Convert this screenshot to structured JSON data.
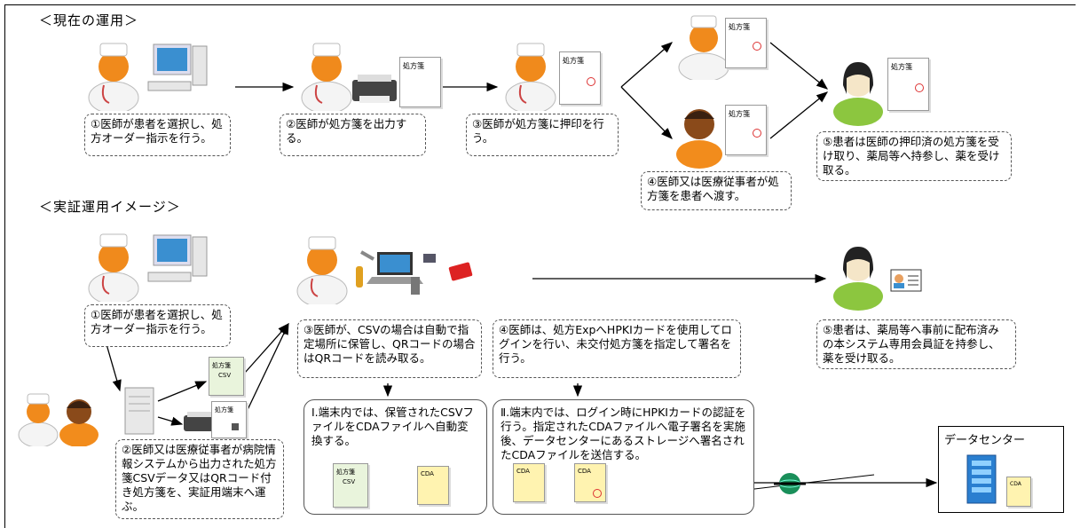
{
  "sections": {
    "current": "＜現在の運用＞",
    "demo": "＜実証運用イメージ＞"
  },
  "document_labels": {
    "prescription": "処方箋",
    "csv": "CSV",
    "cda": "CDA"
  },
  "current_steps": {
    "s1": "①医師が患者を選択し、処方オーダー指示を行う。",
    "s2": "②医師が処方箋を出力する。",
    "s3": "③医師が処方箋に押印を行う。",
    "s4": "④医師又は医療従事者が処方箋を患者へ渡す。",
    "s5": "⑤患者は医師の押印済の処方箋を受け取り、薬局等へ持参し、薬を受け取る。"
  },
  "demo_steps": {
    "s1": "①医師が患者を選択し、処方オーダー指示を行う。",
    "s2": "②医師又は医療従事者が病院情報システムから出力された処方箋CSVデータ又はQRコード付き処方箋を、実証用端末へ運ぶ。",
    "s3": "③医師が、CSVの場合は自動で指定場所に保管し、QRコードの場合はQRコードを読み取る。",
    "s4": "④医師は、処方ExpへHPKIカードを使用してログインを行い、未交付処方箋を指定して署名を行う。",
    "s5": "⑤患者は、薬局等へ事前に配布済みの本システム専用会員証を持参し、薬を受け取る。",
    "t1": "Ⅰ.端末内では、保管されたCSVファイルをCDAファイルへ自動変換する。",
    "t2": "Ⅱ.端末内では、ログイン時にHPKIカードの認証を行う。指定されたCDAファイルへ電子署名を実施後、データセンターにあるストレージへ署名されたCDAファイルを送信する。"
  },
  "data_center": {
    "label": "データセンター"
  },
  "colors": {
    "doctor_skin": "#f08a1c",
    "doctor_coat": "#f4f4f4",
    "nurse": "#f28c1c",
    "patient": "#8cc63f",
    "arrow": "#000000",
    "seal": "#dd3333"
  }
}
